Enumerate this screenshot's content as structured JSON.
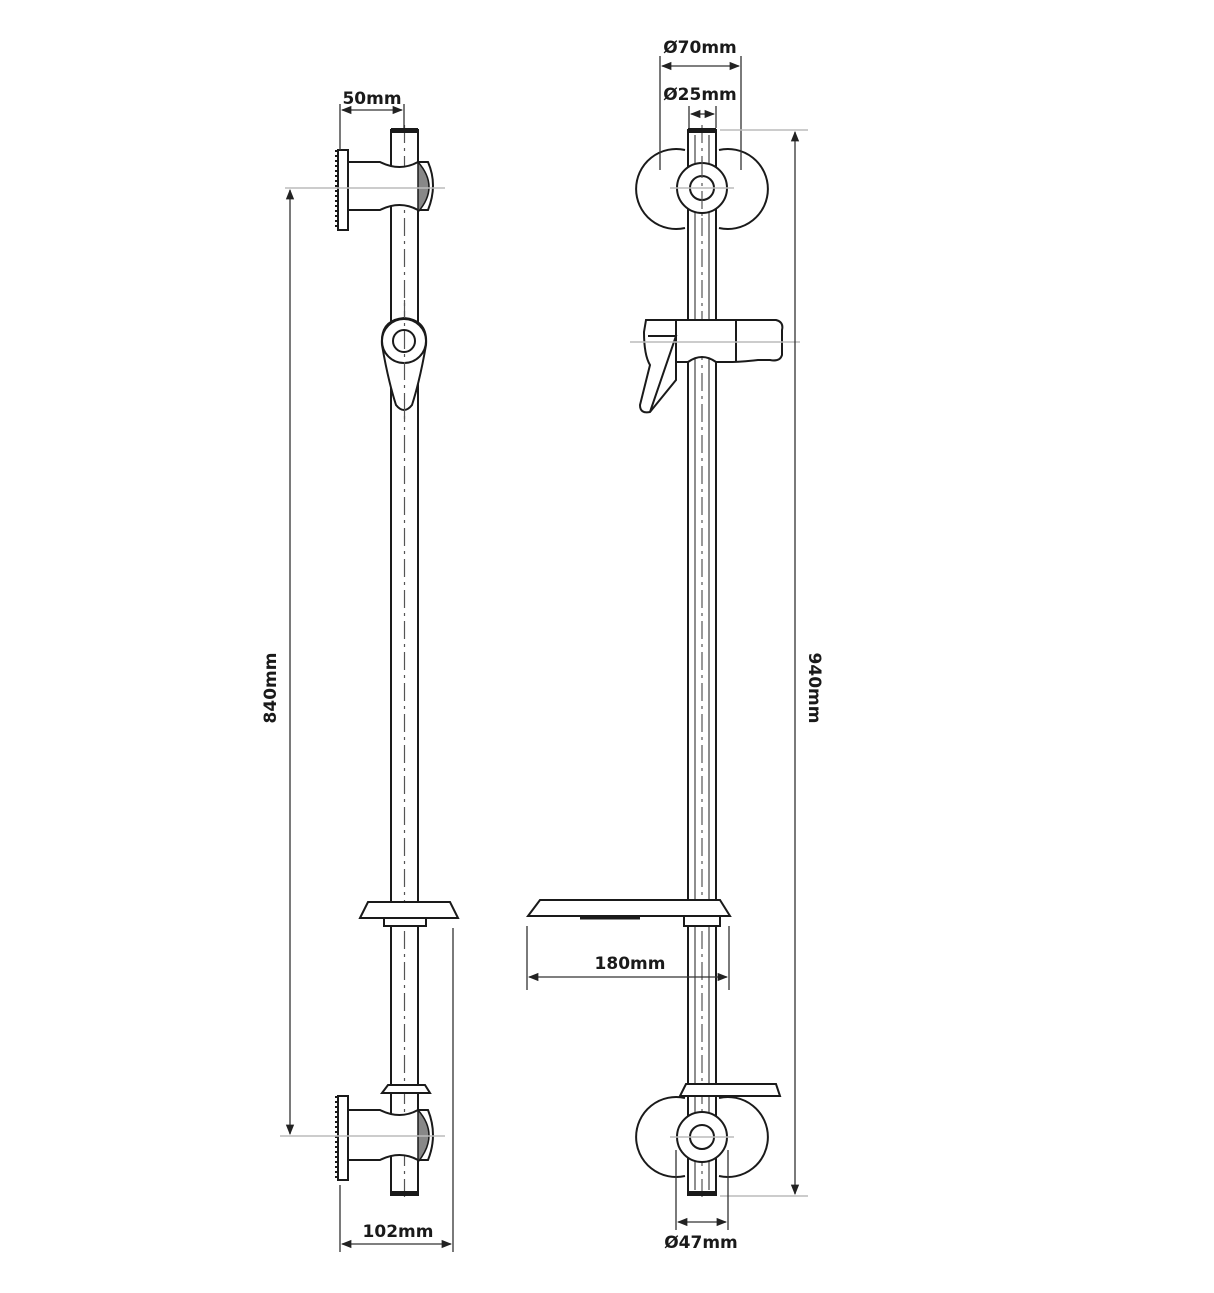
{
  "drawing": {
    "title": "Shower riser rail technical drawing",
    "views": [
      "side-view",
      "front-view"
    ],
    "line_color": "#1a1a1a",
    "background": "#ffffff"
  },
  "dimensions": {
    "wall_bracket_depth": "50mm",
    "bracket_centres": "840mm",
    "overall_depth": "102mm",
    "wall_plate_diameter": "Ø70mm",
    "rail_diameter": "Ø25mm",
    "overall_height": "940mm",
    "soap_dish_width": "180mm",
    "bracket_body_diameter": "Ø47mm"
  }
}
